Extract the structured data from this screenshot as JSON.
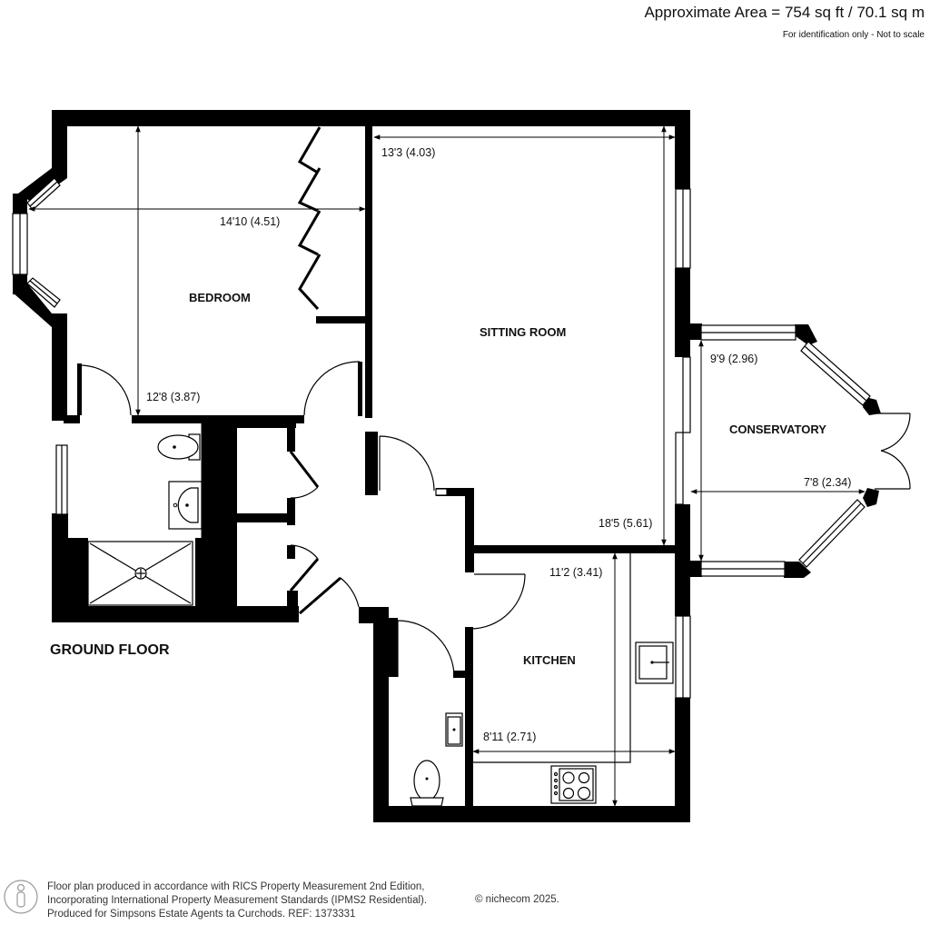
{
  "header": {
    "area": "Approximate Area = 754 sq ft / 70.1 sq m",
    "note": "For identification only - Not to scale"
  },
  "floor": {
    "label": "GROUND FLOOR"
  },
  "rooms": {
    "bedroom": {
      "name": "BEDROOM",
      "width": "14'10 (4.51)",
      "length": "12'8 (3.87)"
    },
    "sitting_room": {
      "name": "SITTING ROOM",
      "width": "13'3 (4.03)",
      "length": "18'5 (5.61)"
    },
    "conservatory": {
      "name": "CONSERVATORY",
      "length": "9'9 (2.96)",
      "width": "7'8 (2.34)"
    },
    "kitchen": {
      "name": "KITCHEN",
      "length": "11'2 (3.41)",
      "width": "8'11 (2.71)"
    }
  },
  "footer": {
    "line1": "Floor plan produced in accordance with RICS Property Measurement 2nd Edition,",
    "line2": "Incorporating International Property Measurement Standards (IPMS2 Residential).",
    "line3": "Produced for Simpsons Estate Agents ta Curchods.   REF: 1373331",
    "copyright": "© nichecom 2025."
  }
}
